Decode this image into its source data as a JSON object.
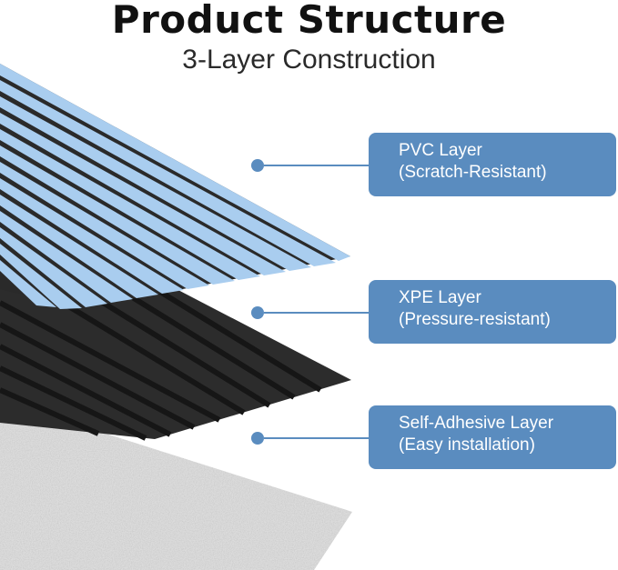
{
  "header": {
    "title": "Product Structure",
    "subtitle": "3-Layer Construction"
  },
  "colors": {
    "accent": "#5a8cbf",
    "pvc_fill": "#a9cdef",
    "xpe_fill": "#2c2c2c",
    "adhesive_fill": "#dcdcdc"
  },
  "layers": [
    {
      "id": "pvc",
      "name": "PVC Layer",
      "detail": "(Scratch-Resistant)"
    },
    {
      "id": "xpe",
      "name": "XPE Layer",
      "detail": "(Pressure-resistant)"
    },
    {
      "id": "adhesive",
      "name": "Self-Adhesive Layer",
      "detail": "(Easy installation)"
    }
  ]
}
